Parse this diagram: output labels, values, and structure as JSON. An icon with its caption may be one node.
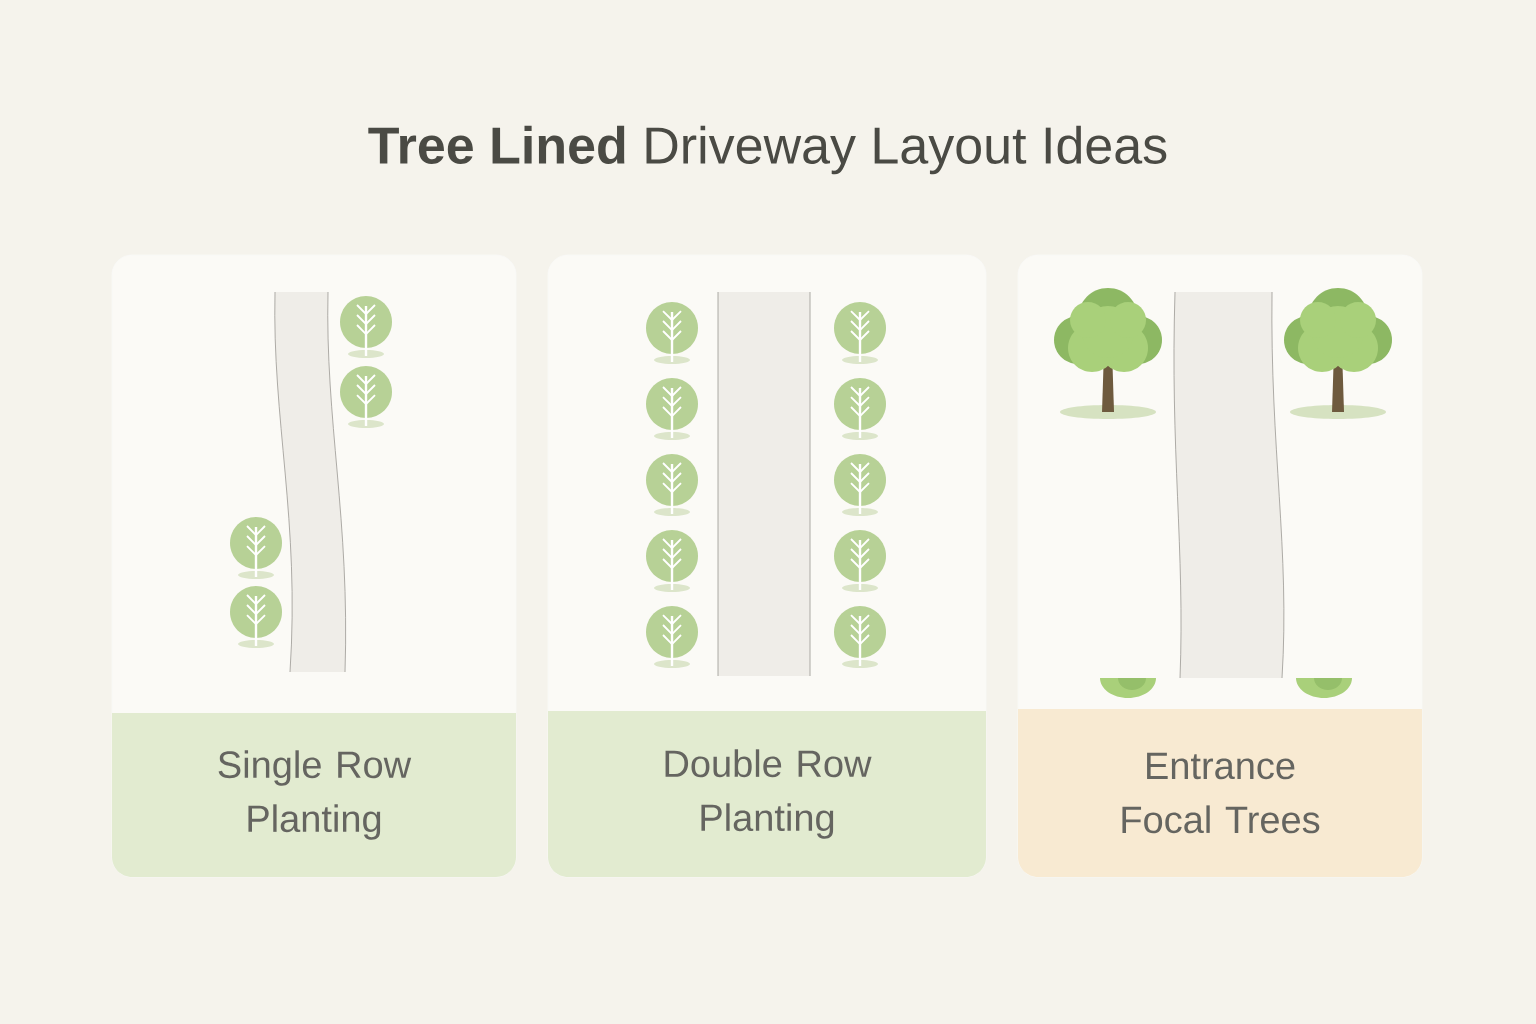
{
  "diagram": {
    "title": "**Tree Lined** Driveway Layout Ideas",
    "nodes": [
      {
        "text": [
          "Single Row Planting"
        ]
      },
      {
        "text": [
          "Double Row Planting"
        ]
      },
      {
        "text": [
          "Entrance Focal Trees"
        ]
      }
    ]
  }
}
